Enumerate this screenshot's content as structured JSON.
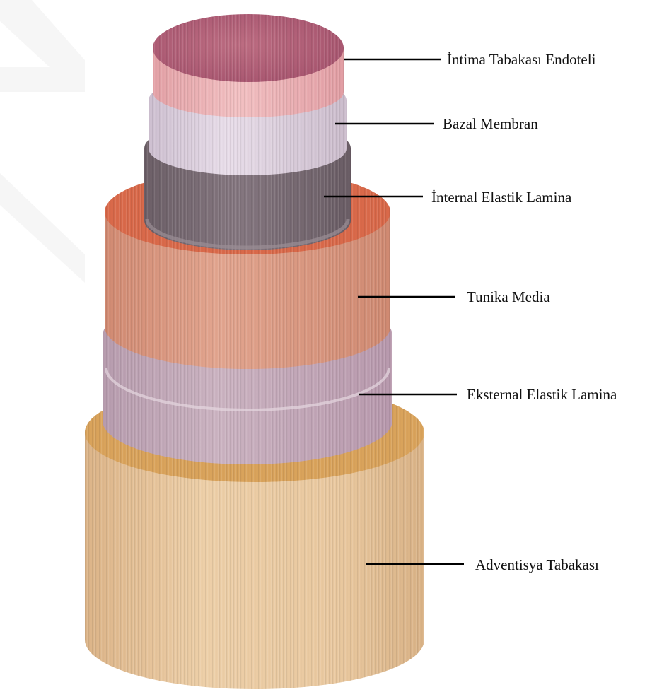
{
  "layers": [
    {
      "key": "intima",
      "label": "İntima Tabakası Endoteli"
    },
    {
      "key": "bazal",
      "label": "Bazal Membran"
    },
    {
      "key": "internal",
      "label": "İnternal Elastik Lamina"
    },
    {
      "key": "media",
      "label": "Tunika Media"
    },
    {
      "key": "eksternal",
      "label": "Eksternal Elastik Lamina"
    },
    {
      "key": "adventisya",
      "label": "Adventisya Tabakası"
    }
  ],
  "colors": {
    "intima_top": "#b8667c",
    "intima_side": "#edb5b8",
    "bazal": "#ddd0df",
    "internal": "#7a6c74",
    "media_top": "#d86c4e",
    "media_side": "#dc9b84",
    "eksternal": "#c3aab9",
    "adventisya_rim": "#d8a15a",
    "adventisya_side": "#e9c79e",
    "leader": "#000000"
  }
}
